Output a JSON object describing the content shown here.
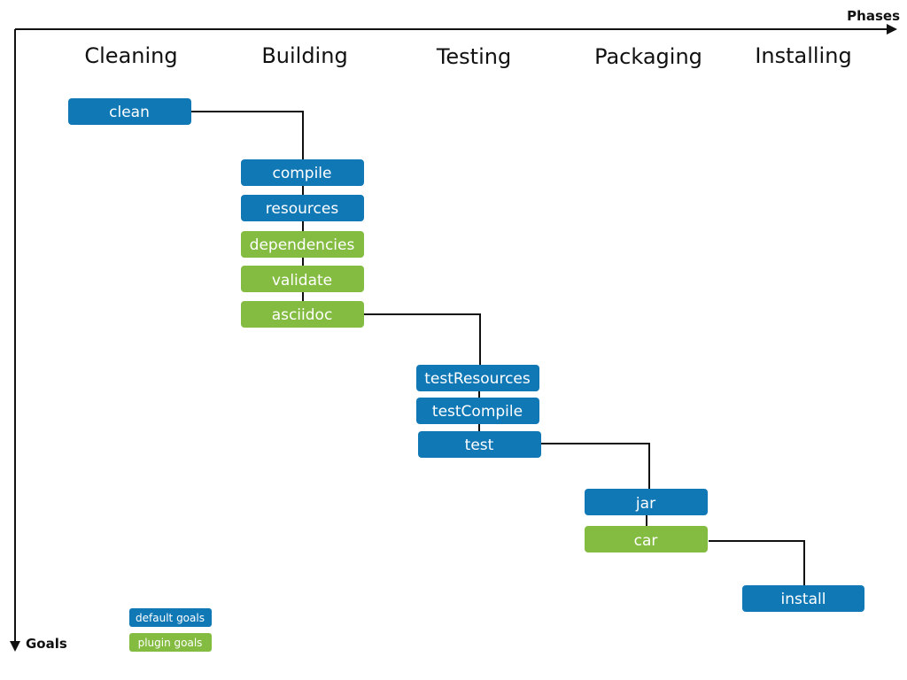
{
  "colors": {
    "default": "#1178b6",
    "plugin": "#84bc41",
    "axis": "#111111"
  },
  "axes": {
    "x_label": "Phases",
    "y_label": "Goals"
  },
  "phases": [
    "Cleaning",
    "Building",
    "Testing",
    "Packaging",
    "Installing"
  ],
  "goals": [
    {
      "label": "clean",
      "kind": "default",
      "phase": "Cleaning"
    },
    {
      "label": "compile",
      "kind": "default",
      "phase": "Building"
    },
    {
      "label": "resources",
      "kind": "default",
      "phase": "Building"
    },
    {
      "label": "dependencies",
      "kind": "plugin",
      "phase": "Building"
    },
    {
      "label": "validate",
      "kind": "plugin",
      "phase": "Building"
    },
    {
      "label": "asciidoc",
      "kind": "plugin",
      "phase": "Building"
    },
    {
      "label": "testResources",
      "kind": "default",
      "phase": "Testing"
    },
    {
      "label": "testCompile",
      "kind": "default",
      "phase": "Testing"
    },
    {
      "label": "test",
      "kind": "default",
      "phase": "Testing"
    },
    {
      "label": "jar",
      "kind": "default",
      "phase": "Packaging"
    },
    {
      "label": "car",
      "kind": "plugin",
      "phase": "Packaging"
    },
    {
      "label": "install",
      "kind": "default",
      "phase": "Installing"
    }
  ],
  "legend": [
    {
      "label": "default goals",
      "kind": "default"
    },
    {
      "label": "plugin goals",
      "kind": "plugin"
    }
  ]
}
